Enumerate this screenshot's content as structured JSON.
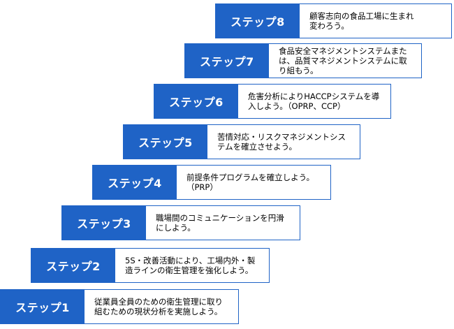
{
  "steps": [
    {
      "label": "ステップ8",
      "text": "顧客志向の食品工場に生まれ\n変わろう。"
    },
    {
      "label": "ステップ7",
      "text": "食品安全マネジメントシステムまた\nは、品質マネジメントシステムに取\nり組もう。"
    },
    {
      "label": "ステップ6",
      "text": "危害分析によりHACCPシステムを導\n入しよう。（OPRP、CCP）"
    },
    {
      "label": "ステップ5",
      "text": "苦情対応・リスクマネジメントシス\nテムを確立させよう。"
    },
    {
      "label": "ステップ4",
      "text": "前提条件プログラムを確立しよう。\n（PRP）"
    },
    {
      "label": "ステップ3",
      "text": "職場間のコミュニケーションを円滑\nにしよう。"
    },
    {
      "label": "ステップ2",
      "text": "5S・改善活動により、工場内外・製\n造ラインの衛生管理を強化しよう。"
    },
    {
      "label": "ステップ1",
      "text": "従業員全員のための衛生管理に取り\n組むための現状分析を実施しよう。"
    }
  ]
}
